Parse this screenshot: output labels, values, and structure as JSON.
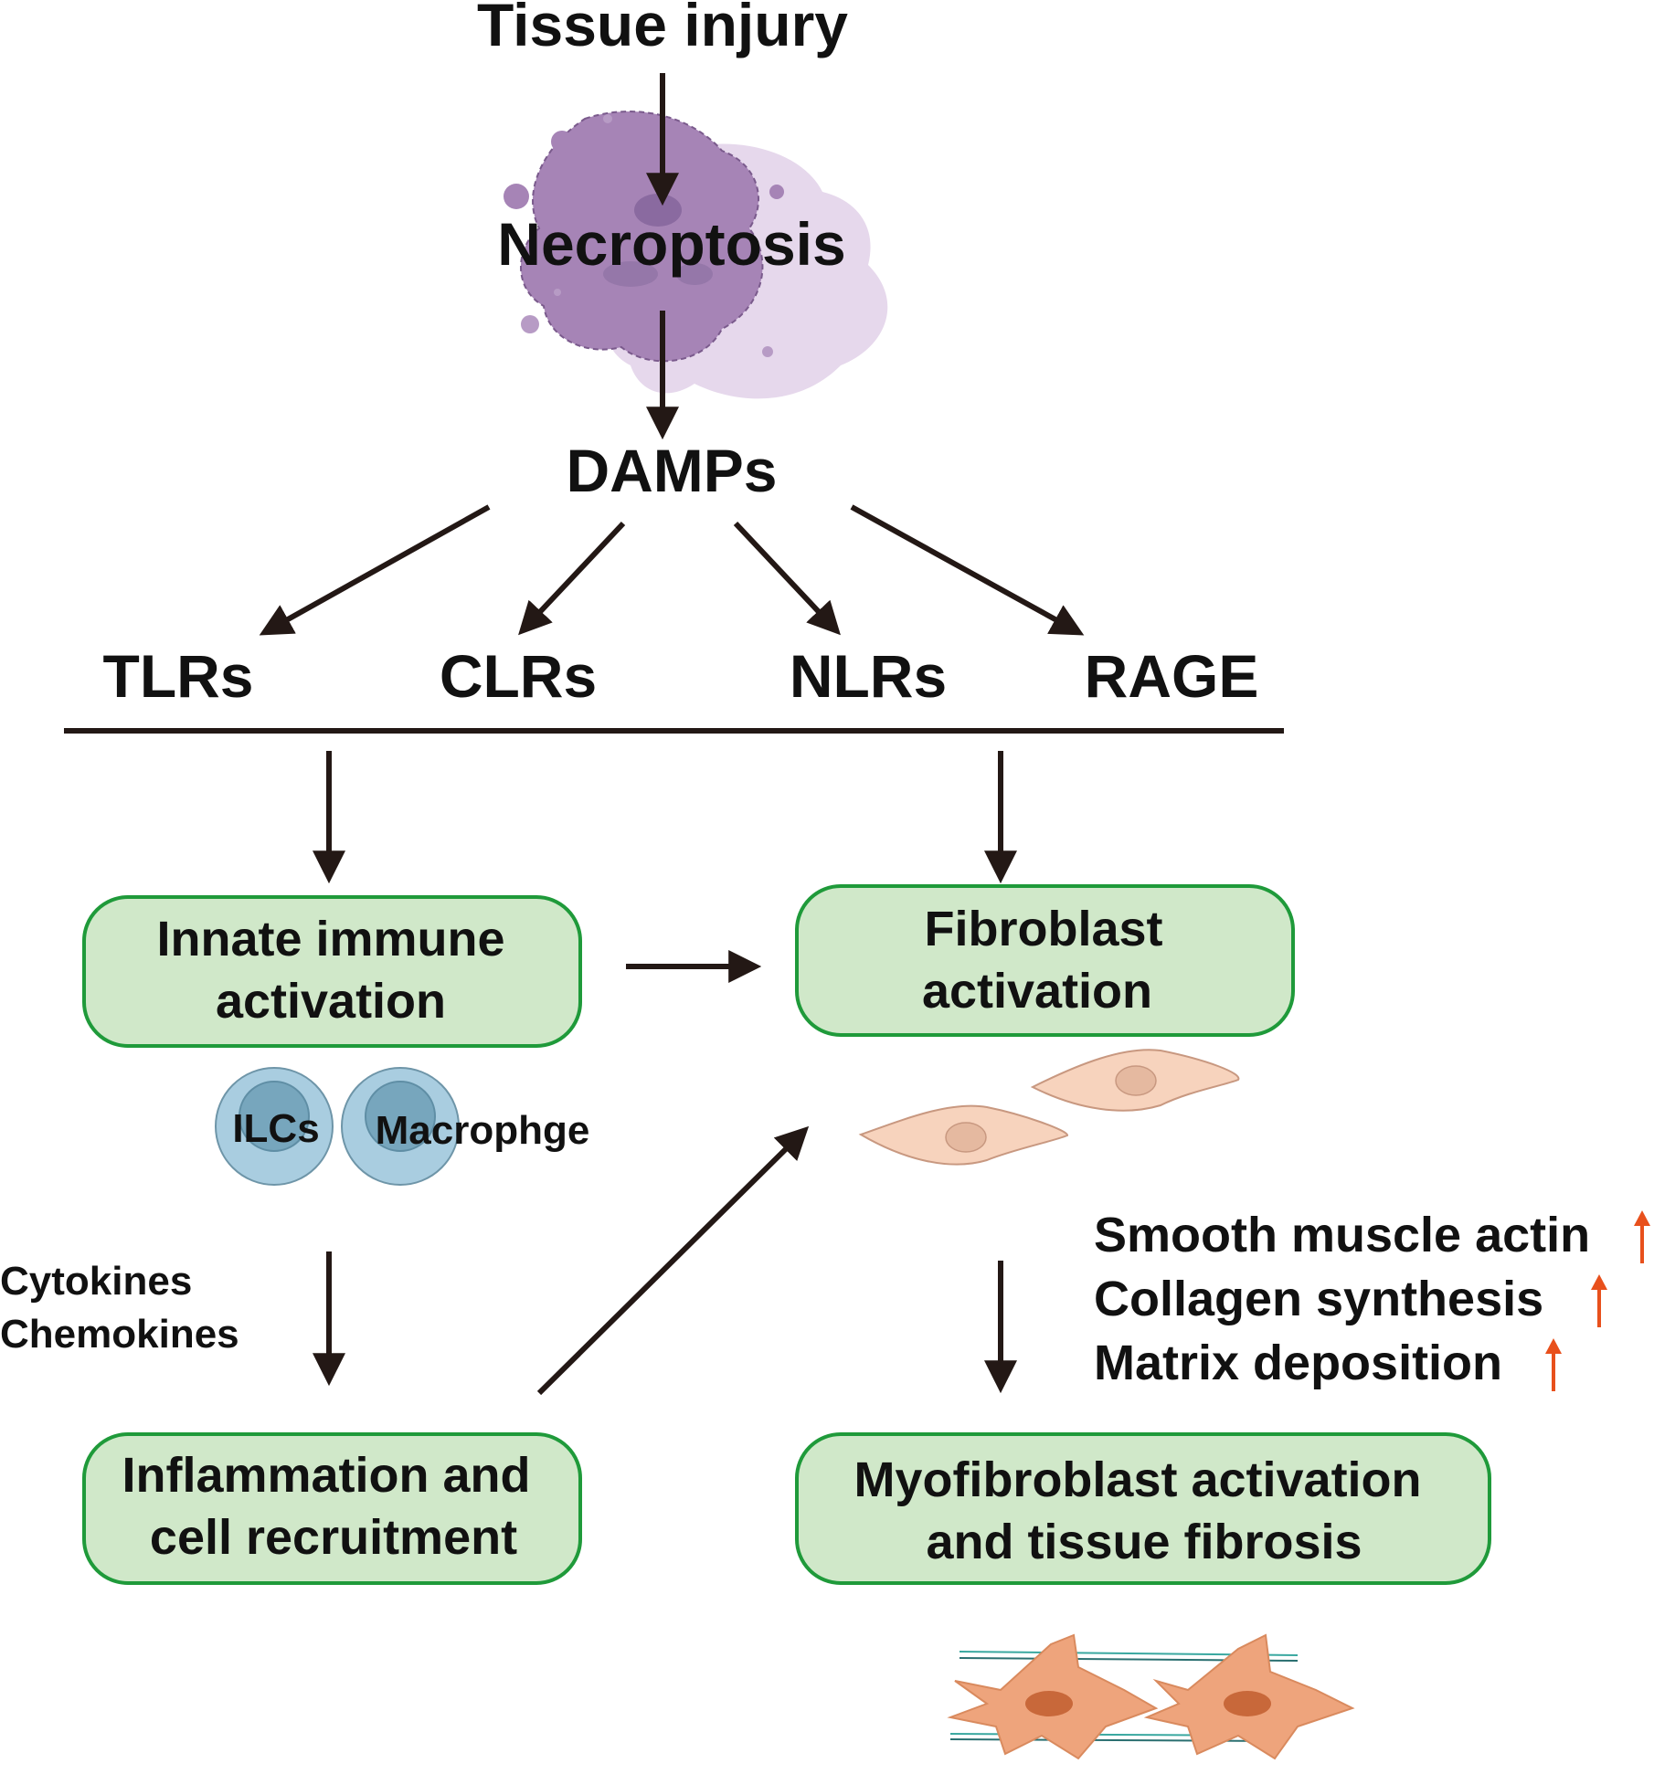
{
  "colors": {
    "box_fill": "#d0e8c9",
    "box_stroke": "#1f9a3a",
    "arrow": "#231815",
    "up_arrow": "#e8501c",
    "necrotic_cell": "#a684b6",
    "fibroblast": "#f7d3bd",
    "myofibroblast": "#eea47c",
    "immune_cell": "#a9cde0"
  },
  "nodes": {
    "tissue_injury": "Tissue injury",
    "necroptosis": "Necroptosis",
    "damps": "DAMPs",
    "tlrs": "TLRs",
    "clrs": "CLRs",
    "nlrs": "NLRs",
    "rage": "RAGE",
    "innate": {
      "line1": "Innate immune",
      "line2": "activation"
    },
    "fibroblast": {
      "line1": "Fibroblast",
      "line2": "activation"
    },
    "inflammation": {
      "line1": "Inflammation and",
      "line2": "cell recruitment"
    },
    "myofibroblast": {
      "line1": "Myofibroblast activation",
      "line2": "and tissue fibrosis"
    }
  },
  "cells": {
    "ilcs": "ILCs",
    "macrophage": "Macrophge"
  },
  "mediators": {
    "cytokines": "Cytokines",
    "chemokines": "Chemokines"
  },
  "fibrosis_markers": [
    {
      "label": "Smooth muscle actin",
      "trend": "up"
    },
    {
      "label": "Collagen synthesis",
      "trend": "up"
    },
    {
      "label": "Matrix deposition",
      "trend": "up"
    }
  ],
  "icons": [
    "necrotic-cell-icon",
    "immune-cell-icon",
    "fibroblast-icon",
    "myofibroblast-icon",
    "up-arrow-icon"
  ]
}
